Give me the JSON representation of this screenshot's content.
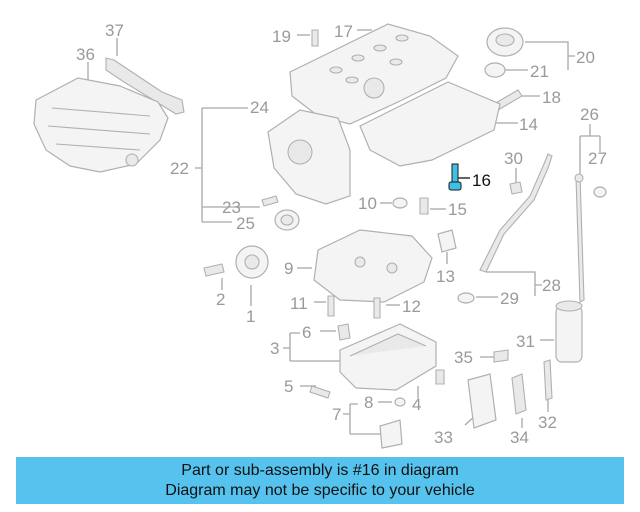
{
  "diagram": {
    "highlighted_part": "16",
    "callouts": [
      "1",
      "2",
      "3",
      "4",
      "5",
      "6",
      "7",
      "8",
      "9",
      "10",
      "11",
      "12",
      "13",
      "14",
      "15",
      "16",
      "17",
      "18",
      "19",
      "20",
      "21",
      "22",
      "23",
      "24",
      "25",
      "26",
      "27",
      "28",
      "29",
      "30",
      "31",
      "32",
      "33",
      "34",
      "35",
      "36",
      "37"
    ],
    "highlight_color": "#3fc0e6"
  },
  "banner": {
    "line1": "Part or sub-assembly is #16 in diagram",
    "line2": "Diagram may not be specific to your vehicle",
    "color": "#56c3ef"
  }
}
